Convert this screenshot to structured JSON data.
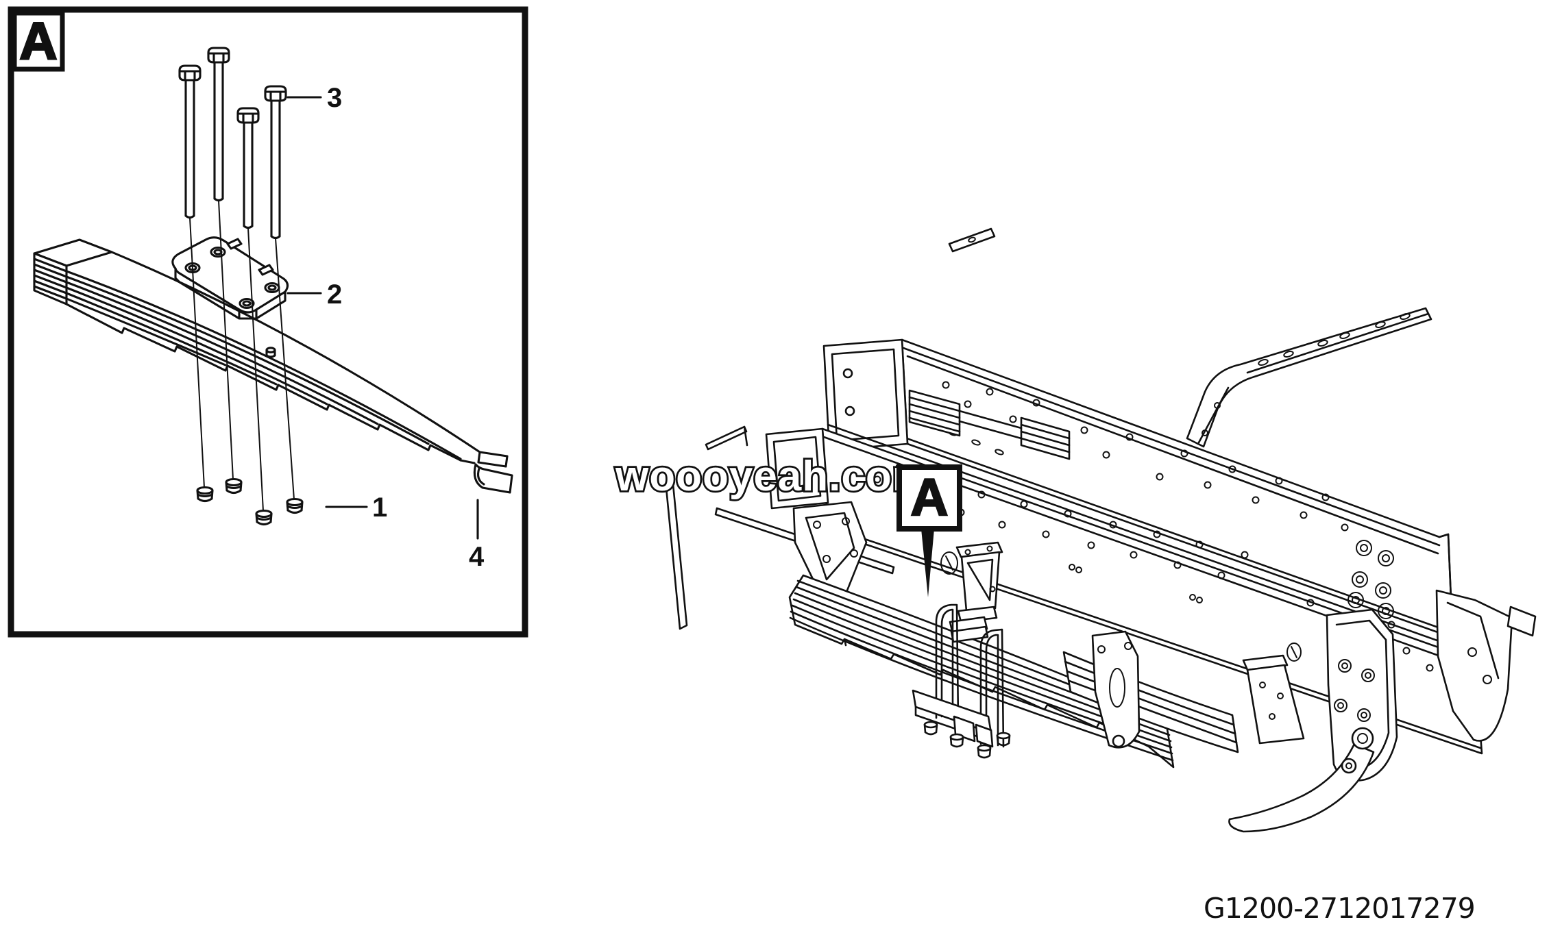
{
  "page": {
    "background": "#ffffff",
    "line_color": "#111111"
  },
  "inset": {
    "corner_label": "A",
    "parts": [
      {
        "number": "1",
        "name": "u-bolt-nut"
      },
      {
        "number": "2",
        "name": "spring-clamp-plate"
      },
      {
        "number": "3",
        "name": "u-bolt-stud"
      },
      {
        "number": "4",
        "name": "spring-end-pad"
      }
    ]
  },
  "main": {
    "callout_label": "A",
    "watermark": "woooyeah.com",
    "drawing_number": "G1200-2712017279"
  }
}
